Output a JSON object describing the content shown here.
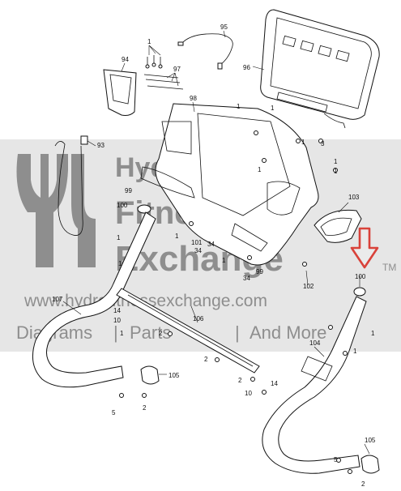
{
  "watermark": {
    "brand_line1": "Hydro",
    "brand_line2": "Fitness",
    "brand_line3": "Exchange",
    "url": "www.hydrofitnessexchange.com",
    "tagline_part1": "Diagrams",
    "tagline_part2": "Parts",
    "tagline_part3": "And More",
    "separator": "|",
    "trademark": "TM"
  },
  "callouts": {
    "c95": "95",
    "c1_top": "1",
    "c94": "94",
    "c97": "97",
    "c96": "96",
    "c98": "98",
    "c93": "93",
    "c1_a": "1",
    "c1_b": "1",
    "c1_c": "1",
    "c1_d": "1",
    "c3": "3",
    "c99_left": "99",
    "c100_left": "100",
    "c103": "103",
    "c1_e": "1",
    "c1_f": "1",
    "c1_g": "1",
    "c1_h": "1",
    "c101": "101",
    "c34_a": "34",
    "c34_b": "34",
    "c34_c": "34",
    "c1_i": "1",
    "c1_j": "1",
    "c99_right": "99",
    "c102": "102",
    "c100_right": "100",
    "c107": "107",
    "c14_left": "14",
    "c10_left": "10",
    "c2_a": "2",
    "c106": "106",
    "c1_k": "1",
    "c2_b": "2",
    "c104": "104",
    "c1_l": "1",
    "c1_m": "1",
    "c2_c": "2",
    "c14_right": "14",
    "c10_right": "10",
    "c105_left": "105",
    "c5_left": "5",
    "c2_d": "2",
    "c105_right": "105",
    "c5_right": "5",
    "c2_e": "2"
  },
  "colors": {
    "watermark_band": "#e6e6e6",
    "watermark_text": "#8e8e8e",
    "highlight_arrow": "#d9423a",
    "line": "#111111"
  }
}
